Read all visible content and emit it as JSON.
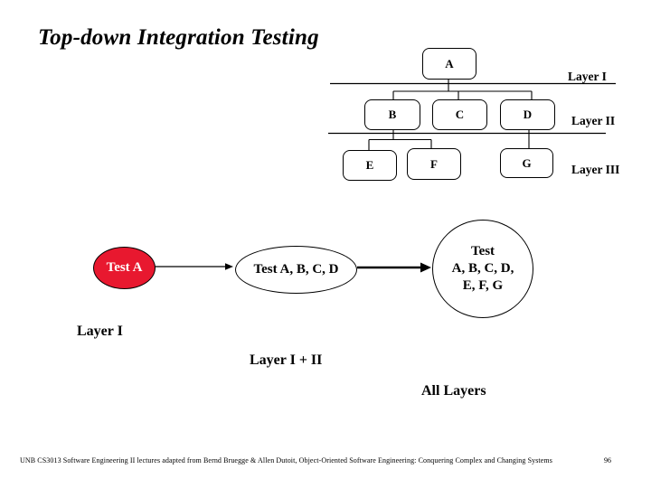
{
  "title": "Top-down Integration Testing",
  "colors": {
    "accent_red": "#E8182F",
    "line_black": "#000000",
    "background": "#ffffff"
  },
  "tree": {
    "nodes": {
      "a": "A",
      "b": "B",
      "c": "C",
      "d": "D",
      "e": "E",
      "f": "F",
      "g": "G"
    },
    "layer_labels": {
      "layer1": "Layer I",
      "layer2": "Layer II",
      "layer3": "Layer III"
    }
  },
  "flow": {
    "step1": "Test A",
    "step2": "Test A, B, C, D",
    "step3_line1": "Test",
    "step3_line2": "A, B, C, D,",
    "step3_line3": "E, F, G",
    "caption1": "Layer I",
    "caption2": "Layer I + II",
    "caption3": "All Layers"
  },
  "footer": {
    "text": "UNB CS3013 Software Engineering II lectures adapted from Bernd Bruegge & Allen Dutoit, Object-Oriented Software Engineering: Conquering Complex and Changing Systems",
    "page": "96"
  }
}
